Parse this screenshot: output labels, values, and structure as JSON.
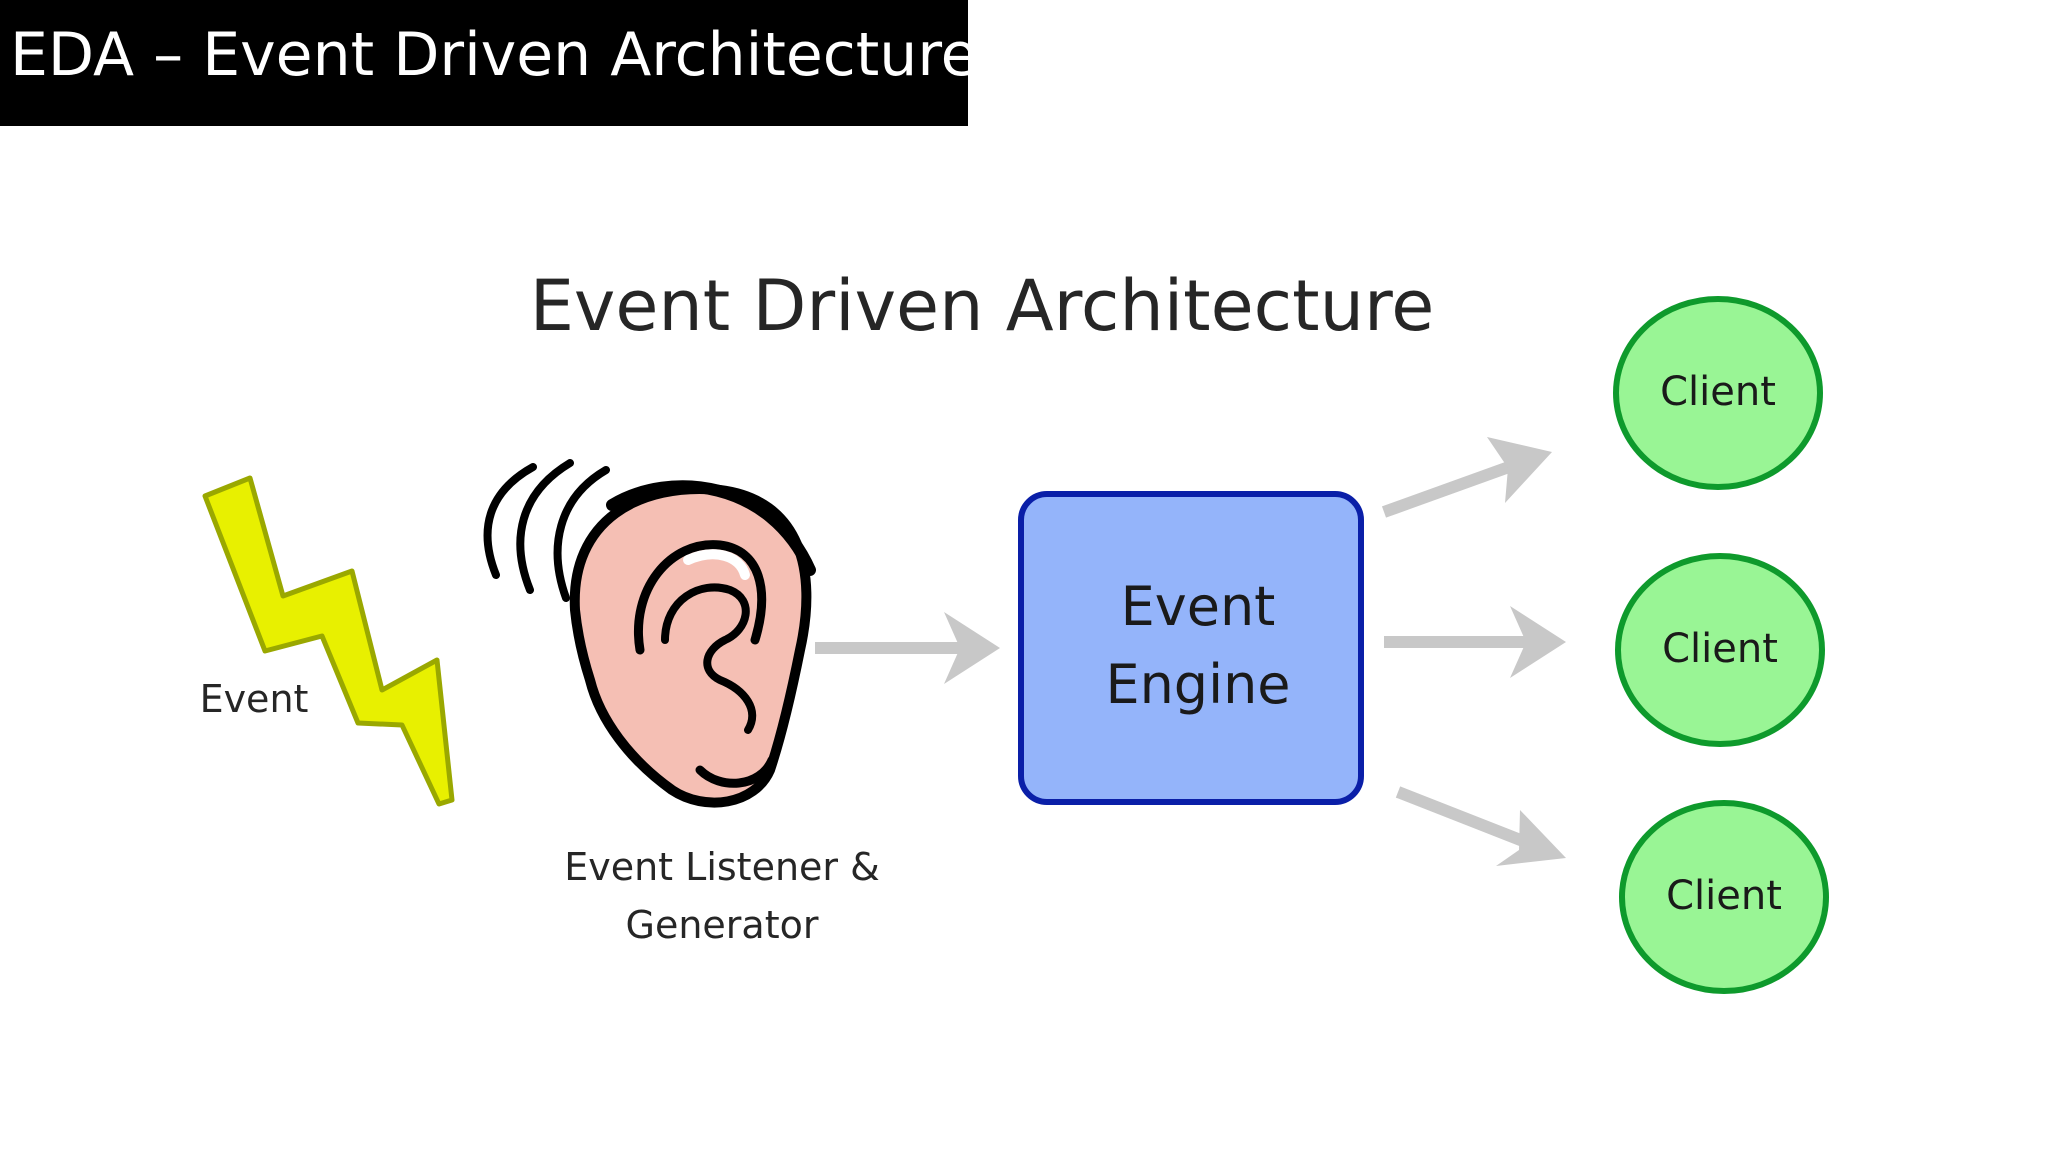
{
  "slide": {
    "title": "EDA – Event Driven Architecture"
  },
  "diagram": {
    "heading": "Event Driven Architecture",
    "event_label": "Event",
    "listener_label_line1": "Event Listener &",
    "listener_label_line2": "Generator",
    "engine_label_line1": "Event",
    "engine_label_line2": "Engine",
    "clients": [
      {
        "label": "Client"
      },
      {
        "label": "Client"
      },
      {
        "label": "Client"
      }
    ]
  },
  "colors": {
    "title_bar": "#000000",
    "title_text": "#ffffff",
    "lightning_fill": "#e8f000",
    "lightning_stroke": "#9aa800",
    "engine_fill": "#94b4fa",
    "engine_stroke": "#0a1fa8",
    "client_fill": "#99f595",
    "client_stroke": "#0e9a2c",
    "arrow": "#c8c8c8"
  },
  "icons": {
    "event": "lightning-bolt-icon",
    "listener": "ear-icon"
  }
}
